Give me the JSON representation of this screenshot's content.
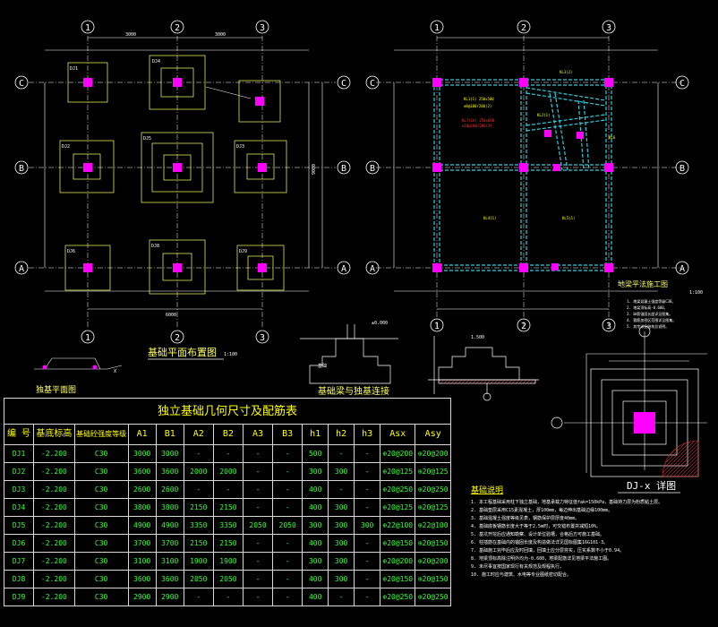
{
  "drawings": {
    "foundation_plan_title": "基础平面布置图",
    "foundation_plan_scale": "1:100",
    "beam_plan_title": "地梁平法施工图",
    "beam_plan_scale": "1:100",
    "beam_section_title": "基础梁与独基连接",
    "edge_detail_title": "基础大样图",
    "detail_title": "DJ-x 详图"
  },
  "grid": {
    "columns": [
      "1",
      "2",
      "3"
    ],
    "rows": [
      "C",
      "B",
      "A"
    ],
    "total_width_dim": "6000",
    "total_height_dim": "9000"
  },
  "footings": {
    "labels": [
      "DJ1",
      "DJ4",
      "DJ2",
      "DJ5",
      "DJ3",
      "DJ6",
      "DJ8",
      "DJ9"
    ]
  },
  "table": {
    "caption": "独立基础几何尺寸及配筋表",
    "headers": [
      "编 号",
      "基底标高",
      "基础砼强度等级",
      "A1",
      "B1",
      "A2",
      "B2",
      "A3",
      "B3",
      "h1",
      "h2",
      "h3",
      "Asx",
      "Asy"
    ],
    "rows": [
      [
        "DJ1",
        "-2.200",
        "C30",
        "3000",
        "3000",
        "-",
        "-",
        "-",
        "-",
        "500",
        "-",
        "-",
        "⊕20@200",
        "⊕20@200"
      ],
      [
        "DJ2",
        "-2.200",
        "C30",
        "3600",
        "3600",
        "2000",
        "2000",
        "-",
        "-",
        "300",
        "300",
        "-",
        "⊕20@125",
        "⊕20@125"
      ],
      [
        "DJ3",
        "-2.200",
        "C30",
        "2600",
        "2600",
        "-",
        "-",
        "-",
        "-",
        "400",
        "-",
        "-",
        "⊕20@250",
        "⊕20@250"
      ],
      [
        "DJ4",
        "-2.200",
        "C30",
        "3800",
        "3800",
        "2150",
        "2150",
        "-",
        "-",
        "400",
        "300",
        "-",
        "⊕20@125",
        "⊕20@125"
      ],
      [
        "DJ5",
        "-2.200",
        "C30",
        "4900",
        "4900",
        "3350",
        "3350",
        "2050",
        "2050",
        "300",
        "300",
        "300",
        "⊕22@100",
        "⊕22@100"
      ],
      [
        "DJ6",
        "-2.200",
        "C30",
        "3700",
        "3700",
        "2150",
        "2150",
        "-",
        "-",
        "400",
        "300",
        "-",
        "⊕20@150",
        "⊕20@150"
      ],
      [
        "DJ7",
        "-2.200",
        "C30",
        "3100",
        "3100",
        "1900",
        "1900",
        "-",
        "-",
        "300",
        "300",
        "-",
        "⊕20@200",
        "⊕20@200"
      ],
      [
        "DJ8",
        "-2.200",
        "C30",
        "3600",
        "3600",
        "2050",
        "2050",
        "-",
        "-",
        "400",
        "300",
        "-",
        "⊕20@150",
        "⊕20@150"
      ],
      [
        "DJ9",
        "-2.200",
        "C30",
        "2900",
        "2900",
        "-",
        "-",
        "-",
        "-",
        "400",
        "-",
        "-",
        "⊕20@250",
        "⊕20@250"
      ]
    ]
  },
  "notes": {
    "heading": "基础说明",
    "lines": [
      "1. 本工程基础采用柱下独立基础，地基承载力特征值fak=150kPa，基础持力层为粉质粘土层。",
      "2. 基础垫层采用C15素混凝土，厚100mm，每边伸出基础边缘100mm。",
      "3. 基础混凝土强度等级见表，钢筋保护层厚度40mm。",
      "4. 基础底板钢筋长度大于等于2.5m时，可交错布置并减短10%。",
      "5. 基坑开挖后应通知勘察、设计单位验槽，合格后方可施工基础。",
      "6. 柱插筋在基础内的锚固长度及构造做法详见国标图集16G101-3。",
      "7. 基础施工完毕后应及时回填，回填土应分层夯实，压实系数不小于0.94。",
      "8. 地梁顶标高除注明外均为-0.600，地梁配筋详见地梁平法施工图。",
      "9. 未尽事宜按国家现行有关规范及规程执行。",
      "10. 施工时应与建筑、水电等专业图纸密切配合。"
    ]
  },
  "beam_notes": {
    "lines": [
      "1. 地梁混凝土强度等级C30。",
      "2. 地梁顶标高-0.600。",
      "3. 纵筋锚固长度详见图集。",
      "4. 箍筋加密区范围详见图集。",
      "5. 其余详见结构总说明。"
    ]
  }
}
